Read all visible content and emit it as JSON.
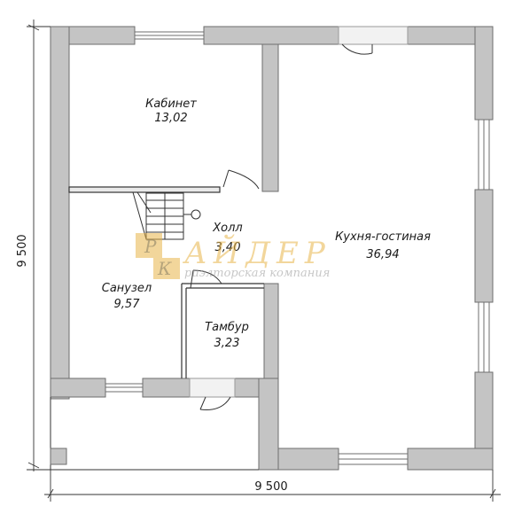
{
  "rooms": [
    {
      "name": "Кабинет",
      "area": "13,02"
    },
    {
      "name": "Холл",
      "area": "3,40"
    },
    {
      "name": "Кухня-гостиная",
      "area": "36,94"
    },
    {
      "name": "Санузел",
      "area": "9,57"
    },
    {
      "name": "Тамбур",
      "area": "3,23"
    }
  ],
  "dimensions": {
    "width": "9 500",
    "height": "9 500"
  },
  "watermark": {
    "letters": [
      "Р",
      "К"
    ],
    "word": "АЙДЕР",
    "tagline": "риэлторская компания"
  },
  "colors": {
    "wall": "#c4c4c4",
    "wall_stroke": "#6e6e6e",
    "line": "#333333",
    "watermark_gold": "#e8b54a"
  }
}
